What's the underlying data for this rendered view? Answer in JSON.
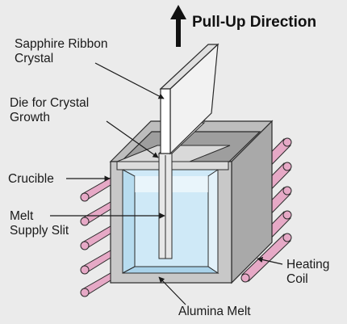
{
  "title": "Pull-Up Direction",
  "labels": {
    "sapphire_ribbon_crystal": [
      "Sapphire Ribbon",
      "Crystal"
    ],
    "die_for_crystal_growth": [
      "Die for Crystal",
      "Growth"
    ],
    "crucible": "Crucible",
    "melt_supply_slit": [
      "Melt",
      "Supply Slit"
    ],
    "heating_coil": [
      "Heating",
      "Coil"
    ],
    "alumina_melt": "Alumina Melt"
  },
  "colors": {
    "background": "#ebebeb",
    "crucible_wall": "#c8c8c8",
    "melt": "#cfe9f7",
    "coil": "#e6a9c6",
    "crystal": "#ffffff",
    "outline": "#2a2a2a"
  }
}
